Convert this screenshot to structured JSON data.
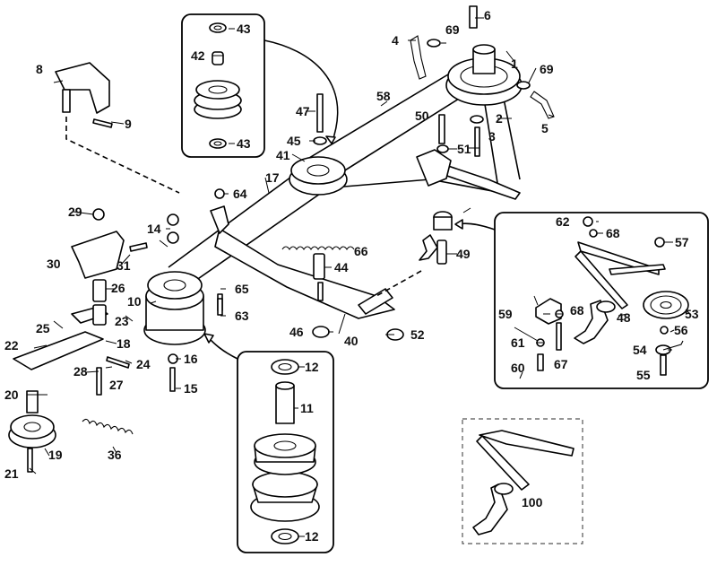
{
  "diagram": {
    "labels": [
      {
        "id": "1",
        "text": "1"
      },
      {
        "id": "2",
        "text": "2"
      },
      {
        "id": "3",
        "text": "3"
      },
      {
        "id": "4",
        "text": "4"
      },
      {
        "id": "5",
        "text": "5"
      },
      {
        "id": "6",
        "text": "6"
      },
      {
        "id": "8",
        "text": "8"
      },
      {
        "id": "9",
        "text": "9"
      },
      {
        "id": "10",
        "text": "10"
      },
      {
        "id": "11",
        "text": "11"
      },
      {
        "id": "12a",
        "text": "12"
      },
      {
        "id": "12b",
        "text": "12"
      },
      {
        "id": "14",
        "text": "14"
      },
      {
        "id": "15",
        "text": "15"
      },
      {
        "id": "16",
        "text": "16"
      },
      {
        "id": "17",
        "text": "17"
      },
      {
        "id": "18",
        "text": "18"
      },
      {
        "id": "19",
        "text": "19"
      },
      {
        "id": "20",
        "text": "20"
      },
      {
        "id": "21",
        "text": "21"
      },
      {
        "id": "22",
        "text": "22"
      },
      {
        "id": "23",
        "text": "23"
      },
      {
        "id": "24",
        "text": "24"
      },
      {
        "id": "25",
        "text": "25"
      },
      {
        "id": "26",
        "text": "26"
      },
      {
        "id": "27",
        "text": "27"
      },
      {
        "id": "28",
        "text": "28"
      },
      {
        "id": "29",
        "text": "29"
      },
      {
        "id": "30",
        "text": "30"
      },
      {
        "id": "31",
        "text": "31"
      },
      {
        "id": "36",
        "text": "36"
      },
      {
        "id": "40",
        "text": "40"
      },
      {
        "id": "41",
        "text": "41"
      },
      {
        "id": "42",
        "text": "42"
      },
      {
        "id": "43a",
        "text": "43"
      },
      {
        "id": "43b",
        "text": "43"
      },
      {
        "id": "44",
        "text": "44"
      },
      {
        "id": "45",
        "text": "45"
      },
      {
        "id": "46",
        "text": "46"
      },
      {
        "id": "47",
        "text": "47"
      },
      {
        "id": "48",
        "text": "48"
      },
      {
        "id": "49",
        "text": "49"
      },
      {
        "id": "50",
        "text": "50"
      },
      {
        "id": "51",
        "text": "51"
      },
      {
        "id": "52",
        "text": "52"
      },
      {
        "id": "53",
        "text": "53"
      },
      {
        "id": "54",
        "text": "54"
      },
      {
        "id": "55",
        "text": "55"
      },
      {
        "id": "56",
        "text": "56"
      },
      {
        "id": "57",
        "text": "57"
      },
      {
        "id": "58",
        "text": "58"
      },
      {
        "id": "59",
        "text": "59"
      },
      {
        "id": "60",
        "text": "60"
      },
      {
        "id": "61",
        "text": "61"
      },
      {
        "id": "62",
        "text": "62"
      },
      {
        "id": "63",
        "text": "63"
      },
      {
        "id": "64",
        "text": "64"
      },
      {
        "id": "65",
        "text": "65"
      },
      {
        "id": "66",
        "text": "66"
      },
      {
        "id": "67",
        "text": "67"
      },
      {
        "id": "68a",
        "text": "68"
      },
      {
        "id": "68b",
        "text": "68"
      },
      {
        "id": "69a",
        "text": "69"
      },
      {
        "id": "69b",
        "text": "69"
      },
      {
        "id": "100",
        "text": "100"
      }
    ]
  }
}
